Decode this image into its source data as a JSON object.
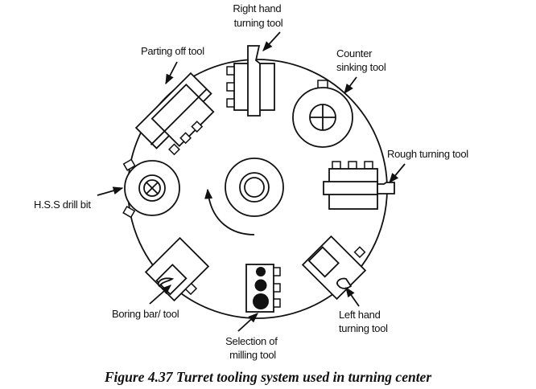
{
  "figure": {
    "caption": "Figure 4.37 Turret tooling system used in turning center",
    "rotation_direction": "counter-clockwise"
  },
  "labels": {
    "right_hand_turning": [
      "Right hand",
      "turning tool"
    ],
    "counter_sinking": [
      "Counter",
      "sinking tool"
    ],
    "parting_off": [
      "Parting off tool"
    ],
    "rough_turning": [
      "Rough turning tool"
    ],
    "hss_drill": [
      "H.S.S drill bit"
    ],
    "boring_bar": [
      "Boring bar/ tool"
    ],
    "milling": [
      "Selection of",
      "milling tool"
    ],
    "left_hand_turning": [
      "Left hand",
      "turning tool"
    ]
  },
  "colors": {
    "ink": "#111111",
    "background": "#ffffff"
  }
}
